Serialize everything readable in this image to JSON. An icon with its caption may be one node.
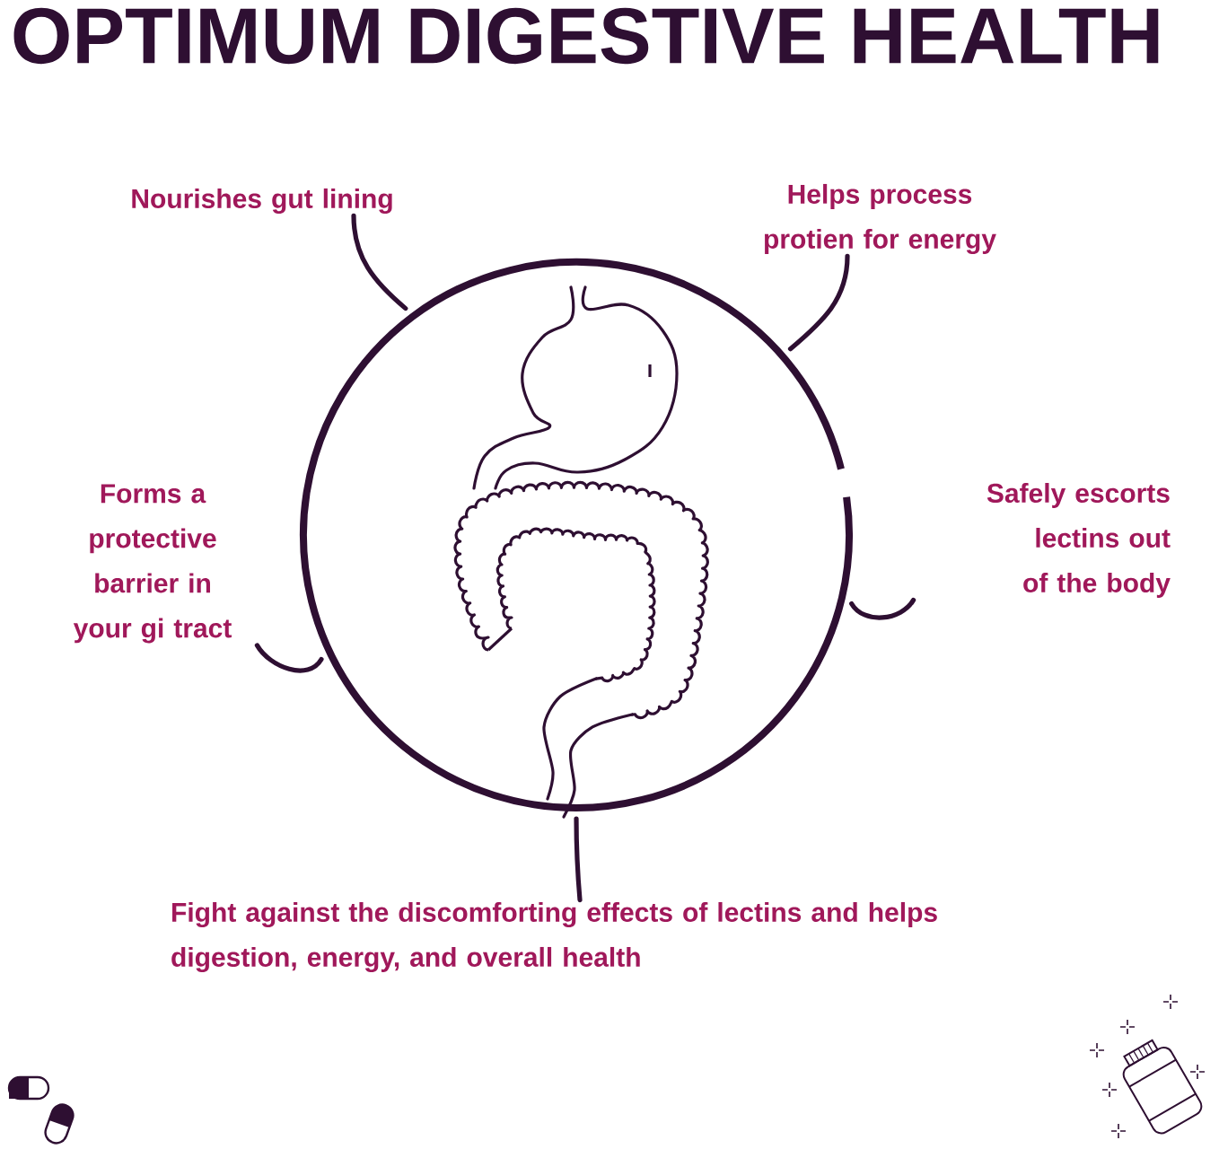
{
  "diagram": {
    "title": "OPTIMUM DIGESTIVE HEALTH",
    "nodes": [
      {
        "text": [],
        "shape": "circle"
      },
      {
        "text": [
          "Nourishes gut lining"
        ]
      },
      {
        "text": [
          "Helps process protien for energy"
        ]
      },
      {
        "text": [
          "Forms a protective barrier in your gi tract"
        ]
      },
      {
        "text": [
          "Safely escorts lectins out of the body"
        ]
      },
      {
        "text": [
          "Fight against the discomforting effects of lectins and helps digestion, energy, and overall health"
        ]
      }
    ],
    "edges": [
      {
        "from": 1,
        "to": 0,
        "arrow": "none"
      },
      {
        "from": 2,
        "to": 0,
        "arrow": "none"
      },
      {
        "from": 3,
        "to": 0,
        "arrow": "none"
      },
      {
        "from": 4,
        "to": 0,
        "arrow": "none"
      },
      {
        "from": 5,
        "to": 0,
        "arrow": "none"
      }
    ]
  }
}
